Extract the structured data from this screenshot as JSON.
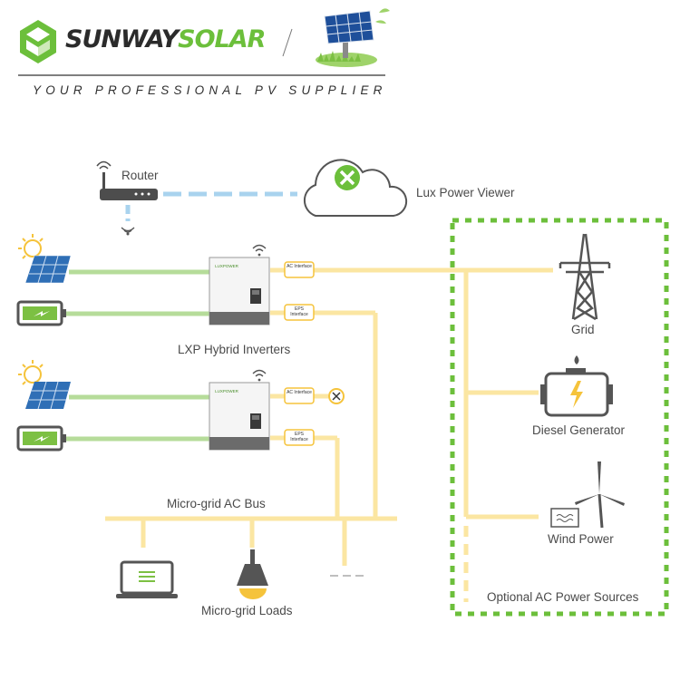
{
  "header": {
    "brand_part1": "SUNWAY",
    "brand_part2": "SOLAR",
    "tagline": "YOUR PROFESSIONAL PV SUPPLIER"
  },
  "labels": {
    "router": "Router",
    "viewer": "Lux Power Viewer",
    "inverters": "LXP Hybrid Inverters",
    "grid": "Grid",
    "diesel": "Diesel Generator",
    "wind": "Wind Power",
    "optional": "Optional AC Power Sources",
    "bus": "Micro-grid AC Bus",
    "loads": "Micro-grid Loads"
  },
  "interface_tags": {
    "ac_1": "AC Interface",
    "eps_1": "EPS Interface",
    "ac_2": "AC Interface",
    "eps_2": "EPS Interface"
  },
  "inverter_brand": "LUXPOWER",
  "colors": {
    "green_line": "#b6dc9a",
    "yellow_line": "#fbe6a2",
    "dashed_blue": "#a9d3ee",
    "green_border": "#6cbf3b",
    "icon_gray": "#555555"
  },
  "icons": [
    "logo-icon",
    "solar-tracker-icon",
    "router-icon",
    "cloud-icon",
    "sun-panel-icon",
    "battery-icon",
    "inverter-icon",
    "wifi-icon",
    "tower-icon",
    "generator-icon",
    "wind-turbine-icon",
    "laptop-icon",
    "lamp-icon"
  ]
}
